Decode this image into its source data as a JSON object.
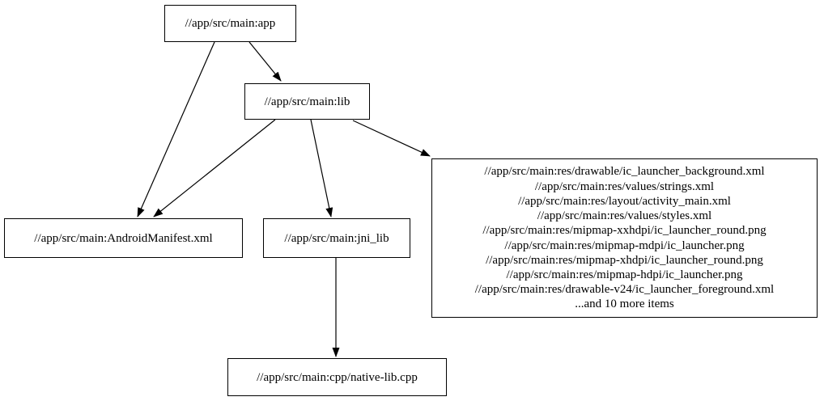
{
  "diagram": {
    "type": "dependency-graph",
    "background_color": "#ffffff",
    "stroke_color": "#000000",
    "nodes": {
      "app": {
        "label": "//app/src/main:app"
      },
      "lib": {
        "label": "//app/src/main:lib"
      },
      "android_manifest": {
        "label": "//app/src/main:AndroidManifest.xml"
      },
      "jni_lib": {
        "label": "//app/src/main:jni_lib"
      },
      "native_lib": {
        "label": "//app/src/main:cpp/native-lib.cpp"
      },
      "resources": {
        "lines": [
          "//app/src/main:res/drawable/ic_launcher_background.xml",
          "//app/src/main:res/values/strings.xml",
          "//app/src/main:res/layout/activity_main.xml",
          "//app/src/main:res/values/styles.xml",
          "//app/src/main:res/mipmap-xxhdpi/ic_launcher_round.png",
          "//app/src/main:res/mipmap-mdpi/ic_launcher.png",
          "//app/src/main:res/mipmap-xhdpi/ic_launcher_round.png",
          "//app/src/main:res/mipmap-hdpi/ic_launcher.png",
          "//app/src/main:res/drawable-v24/ic_launcher_foreground.xml",
          "...and 10 more items"
        ]
      }
    },
    "edges": [
      {
        "from": "app",
        "to": "lib"
      },
      {
        "from": "app",
        "to": "android_manifest"
      },
      {
        "from": "lib",
        "to": "android_manifest"
      },
      {
        "from": "lib",
        "to": "jni_lib"
      },
      {
        "from": "lib",
        "to": "resources"
      },
      {
        "from": "jni_lib",
        "to": "native_lib"
      }
    ]
  }
}
